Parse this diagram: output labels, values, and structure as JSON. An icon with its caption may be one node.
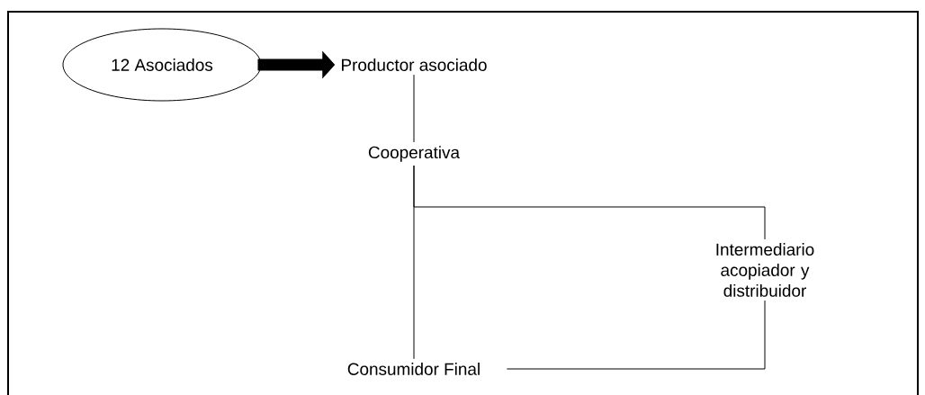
{
  "diagram": {
    "nodes": [
      {
        "text": [
          "12 Asociados"
        ]
      },
      {
        "text": [
          "Productor asociado"
        ]
      },
      {
        "text": [
          "Cooperativa"
        ]
      },
      {
        "text": [
          "Intermediario acopiador y distribuidor"
        ]
      },
      {
        "text": [
          "Consumidor Final"
        ]
      }
    ],
    "edges": [
      {
        "from": 0,
        "to": 1,
        "arrow": "to",
        "style": "thick"
      },
      {
        "from": 1,
        "to": 2,
        "arrow": "none"
      },
      {
        "from": 2,
        "to": 3,
        "arrow": "none"
      },
      {
        "from": 2,
        "to": 4,
        "arrow": "none"
      },
      {
        "from": 3,
        "to": 4,
        "arrow": "none"
      }
    ]
  }
}
